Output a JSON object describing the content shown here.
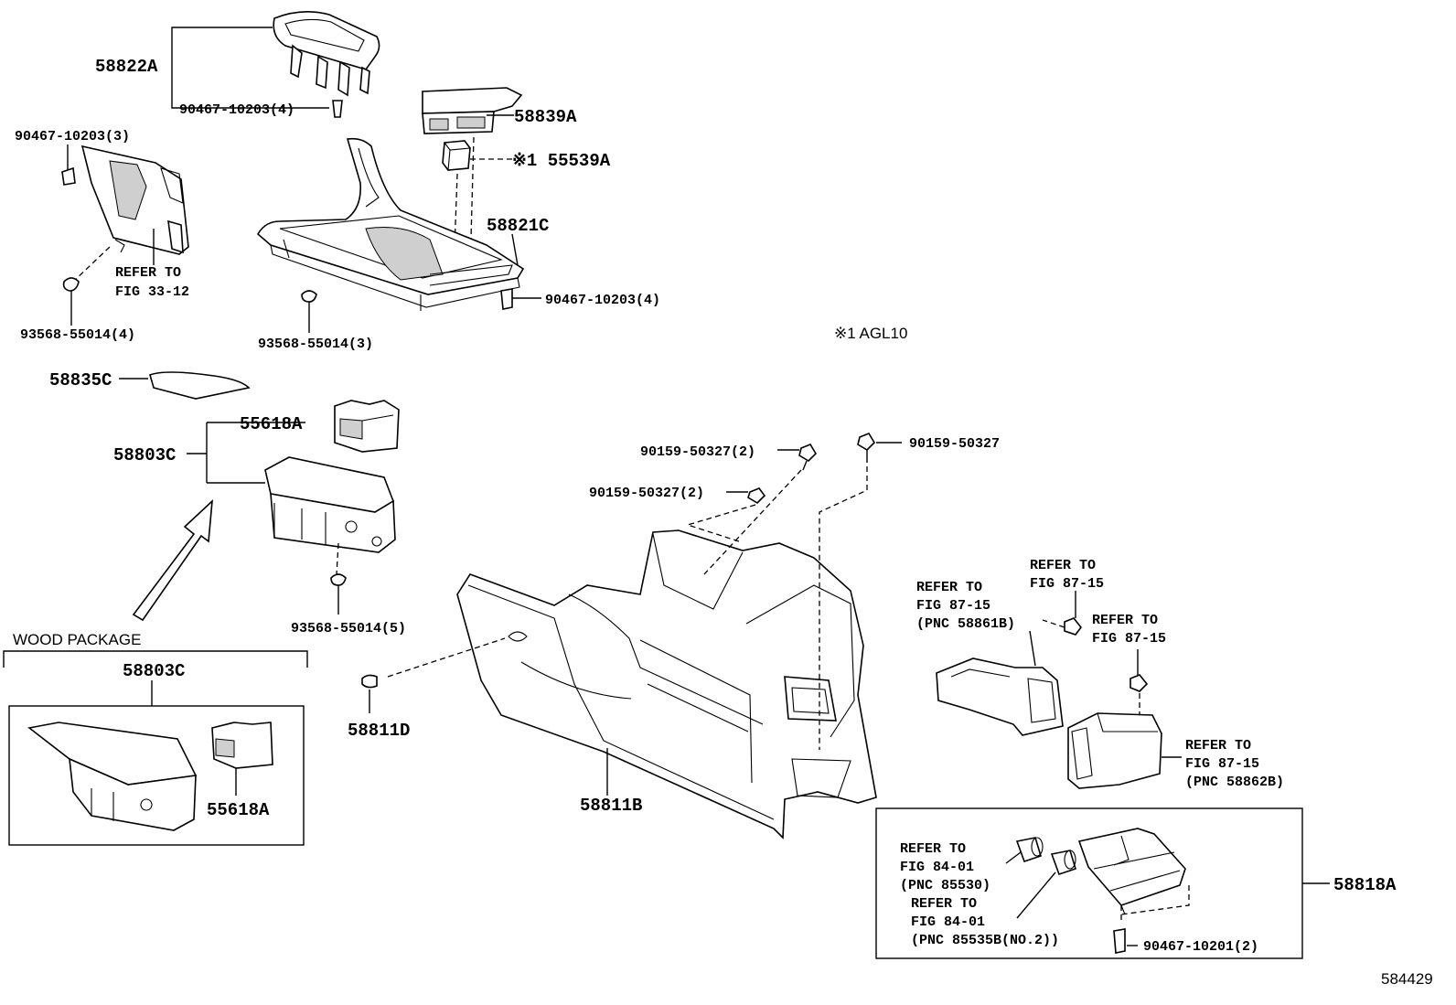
{
  "labels": {
    "l58822A": "58822A",
    "l90467_top": "90467-10203(4)",
    "l58839A": "58839A",
    "l55539A": "※1 55539A",
    "l90467_left": "90467-10203(3)",
    "l58821C": "58821C",
    "refer_33_a": "REFER TO",
    "refer_33_b": "FIG 33-12",
    "l90467_mid": "90467-10203(4)",
    "l93568_4": "93568-55014(4)",
    "l93568_3": "93568-55014(3)",
    "note_agl": "※1 AGL10",
    "l58835C": "58835C",
    "l55618A_top": "55618A",
    "l58803C_top": "58803C",
    "l90159_2a": "90159-50327(2)",
    "l90159_single": "90159-50327",
    "l90159_2b": "90159-50327(2)",
    "l93568_5": "93568-55014(5)",
    "wood_package": "WOOD PACKAGE",
    "l58803C_box": "58803C",
    "l55618A_box": "55618A",
    "l58811D": "58811D",
    "l58811B": "58811B",
    "ref_8715_a1": "REFER TO",
    "ref_8715_a2": "FIG 87-15",
    "ref_8715_a3": "(PNC 58861B)",
    "ref_8715_b1": "REFER TO",
    "ref_8715_b2": "FIG 87-15",
    "ref_8715_c1": "REFER TO",
    "ref_8715_c2": "FIG 87-15",
    "ref_8715_d1": "REFER TO",
    "ref_8715_d2": "FIG 87-15",
    "ref_8715_d3": "(PNC 58862B)",
    "ref_8401_a1": "REFER TO",
    "ref_8401_a2": "FIG 84-01",
    "ref_8401_a3": "(PNC 85530)",
    "ref_8401_b1": "REFER TO",
    "ref_8401_b2": "FIG 84-01",
    "ref_8401_b3": "(PNC 85535B(NO.2))",
    "l58818A": "58818A",
    "l90467_10201": "90467-10201(2)",
    "diagram_id": "584429"
  }
}
